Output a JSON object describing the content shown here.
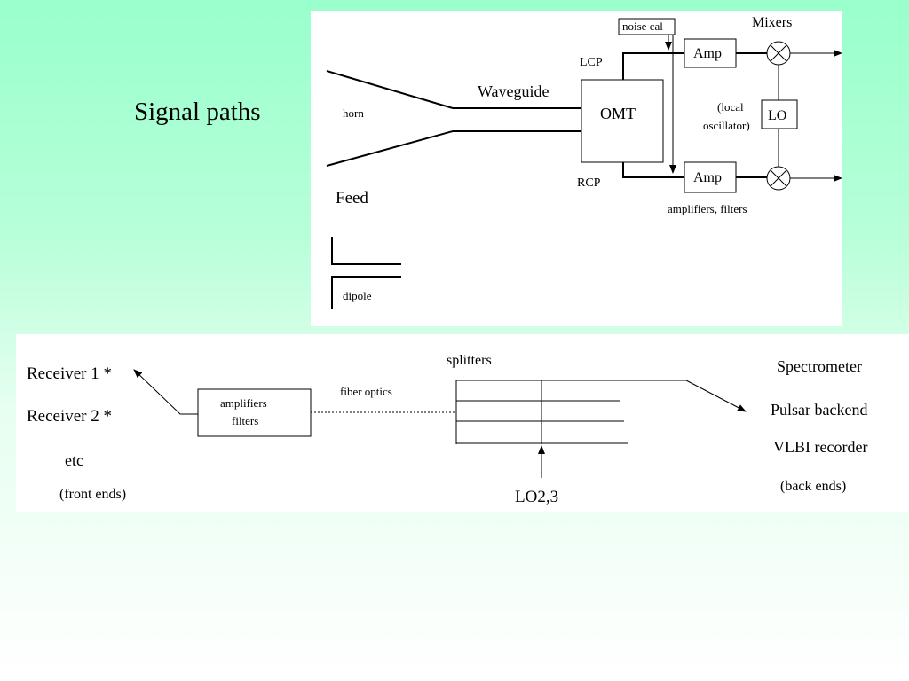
{
  "slide": {
    "title": "Signal paths"
  },
  "top_diagram": {
    "horn": "horn",
    "feed": "Feed",
    "waveguide": "Waveguide",
    "omt": "OMT",
    "lcp": "LCP",
    "rcp": "RCP",
    "noise_cal": "noise cal",
    "amp_top": "Amp",
    "amp_bottom": "Amp",
    "mixers": "Mixers",
    "lo": "LO",
    "local_line1": "(local",
    "local_line2": "oscillator)",
    "amplifiers_filters": "amplifiers, filters",
    "dipole": "dipole"
  },
  "bottom_diagram": {
    "receiver1": "Receiver 1 *",
    "receiver2": "Receiver 2 *",
    "etc": "etc",
    "front_ends": "(front ends)",
    "amp_box_line1": "amplifiers",
    "amp_box_line2": "filters",
    "fiber_optics": "fiber optics",
    "splitters": "splitters",
    "lo23": "LO2,3",
    "spectrometer": "Spectrometer",
    "pulsar": "Pulsar backend",
    "vlbi": "VLBI recorder",
    "back_ends": "(back ends)"
  }
}
